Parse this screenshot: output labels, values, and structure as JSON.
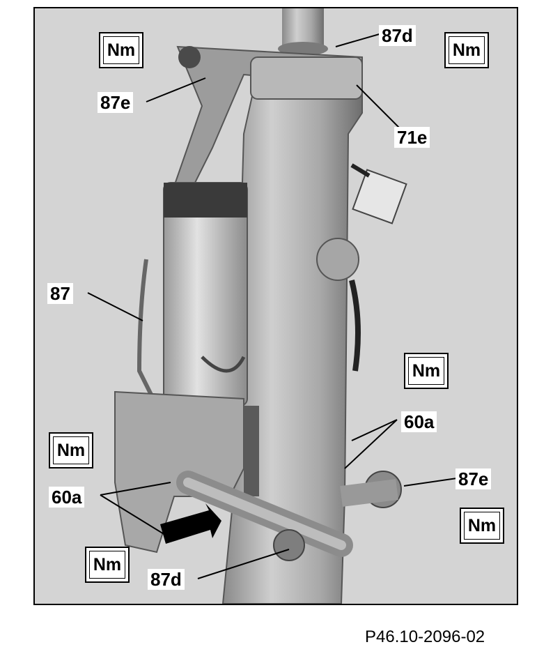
{
  "figure": {
    "code": "P46.10-2096-02",
    "torque_badge": "Nm",
    "labels": {
      "top_87d": "87d",
      "top_87e": "87e",
      "label_71e": "71e",
      "label_87": "87",
      "right_60a": "60a",
      "left_60a": "60a",
      "right_87e": "87e",
      "bottom_87d": "87d"
    }
  }
}
